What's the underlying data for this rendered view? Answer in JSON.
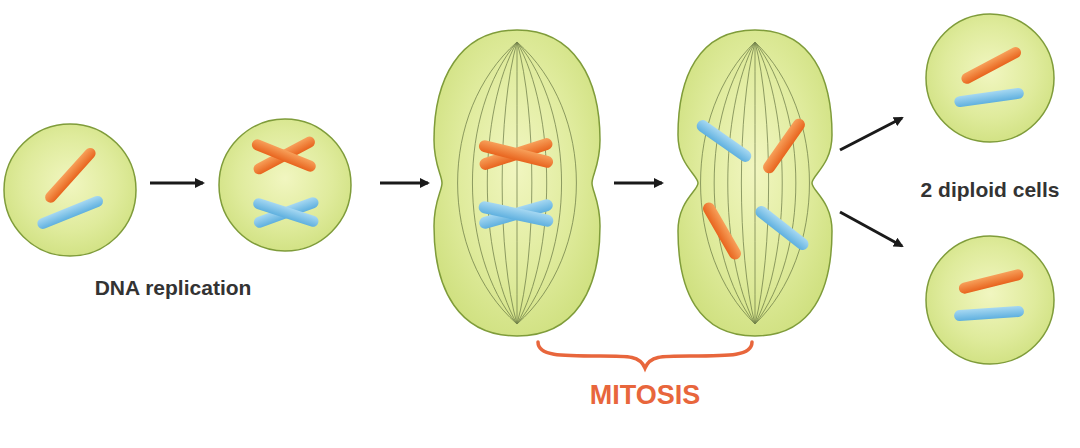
{
  "diagram": {
    "labels": [
      "DNA replication",
      "2 diploid cells",
      "MITOSIS"
    ]
  }
}
